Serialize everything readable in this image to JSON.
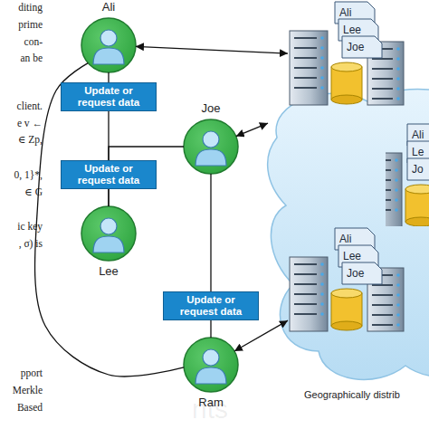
{
  "diagram": {
    "nodes": [
      {
        "text": [
          "Ali"
        ]
      },
      {
        "text": [
          "Joe"
        ]
      },
      {
        "text": [
          "Lee"
        ]
      },
      {
        "text": [
          "Ram"
        ]
      },
      {
        "text": [
          "Geographically distrib"
        ]
      },
      {
        "text": [
          "Ali",
          "Lee",
          "Joe"
        ],
        "in": 4
      },
      {
        "text": [
          "Ali",
          "Le",
          "Jo"
        ],
        "in": 4
      },
      {
        "text": [
          "Ali",
          "Lee",
          "Joe"
        ],
        "in": 4
      }
    ],
    "edges": [
      {
        "from": 0,
        "to": 2,
        "arrow": "none",
        "label": "Update or request data"
      },
      {
        "from": 1,
        "to": 2,
        "arrow": "none",
        "label": "Update or request data"
      },
      {
        "from": 1,
        "to": 3,
        "arrow": "none",
        "label": "Update or request data"
      },
      {
        "from": 0,
        "to": 3,
        "arrow": "none"
      },
      {
        "from": 0,
        "to": 5,
        "arrow": "both"
      },
      {
        "from": 1,
        "to": 4,
        "arrow": "both"
      },
      {
        "from": 3,
        "to": 7,
        "arrow": "both"
      }
    ],
    "labels": [
      "diting",
      "prime",
      "con-",
      "an be",
      "client.",
      "e v ←",
      "∈ Zp,",
      "0, 1}*,",
      "∈ G",
      "ic key",
      ", σ) is",
      "pport",
      "Merkle",
      "Based",
      "nts"
    ]
  }
}
